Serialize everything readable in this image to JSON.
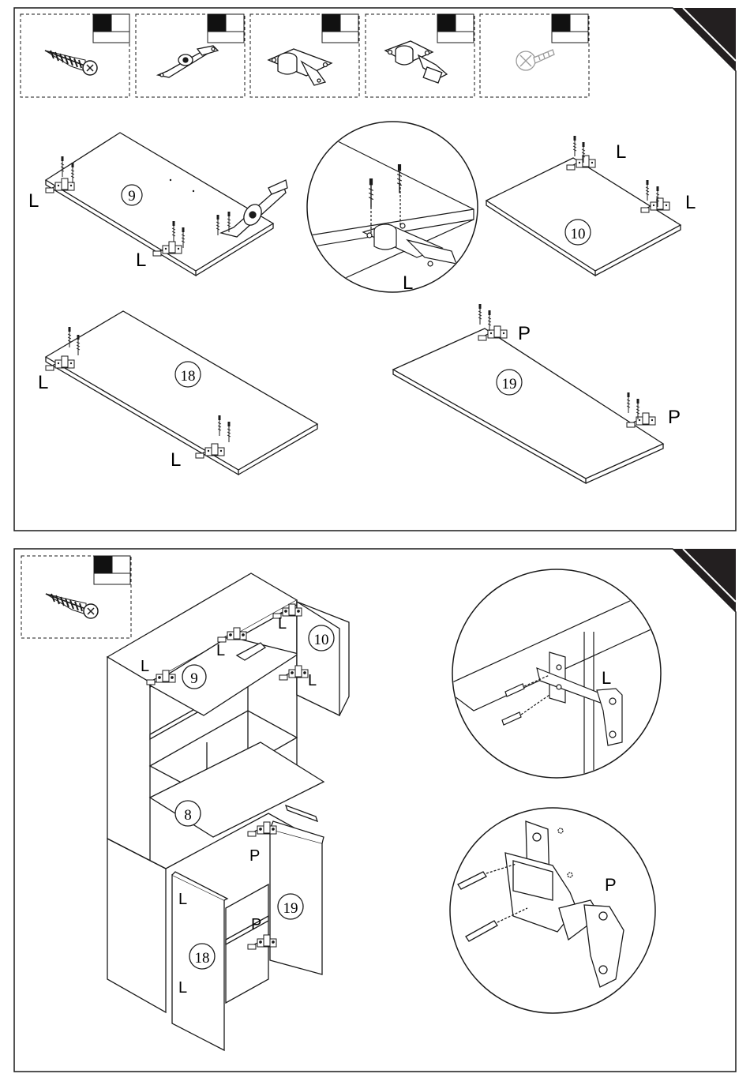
{
  "step1": {
    "parts": [
      {
        "icon": "screw-icon"
      },
      {
        "icon": "stay-hinge-icon"
      },
      {
        "icon": "cabinet-hinge-L-icon"
      },
      {
        "icon": "cabinet-hinge-P-icon"
      },
      {
        "icon": "pan-head-screw-icon"
      }
    ],
    "panels": [
      {
        "number": "9"
      },
      {
        "number": "10"
      },
      {
        "number": "18"
      },
      {
        "number": "19"
      }
    ],
    "hinge_labels": {
      "p9a": "L",
      "p9b": "L",
      "zoom": "L",
      "p10a": "L",
      "p10b": "L",
      "p18a": "L",
      "p18b": "L",
      "p19a": "P",
      "p19b": "P"
    }
  },
  "step2": {
    "parts": [
      {
        "icon": "screw-icon"
      }
    ],
    "panels": {
      "top_door": "9",
      "right_door": "10",
      "shelf": "8",
      "left_lower_door": "18",
      "right_lower_door": "19"
    },
    "hinge_labels": {
      "top_left": "L",
      "top_center": "L",
      "upper_right_a": "L",
      "upper_right_b": "L",
      "lower_p_a": "P",
      "lower_p_b": "P",
      "lower_l_a": "L",
      "lower_l_b": "L",
      "zoom_l": "L",
      "zoom_p": "P"
    }
  },
  "colors": {
    "line": "#1a1a1a",
    "corner": "#231f20"
  }
}
